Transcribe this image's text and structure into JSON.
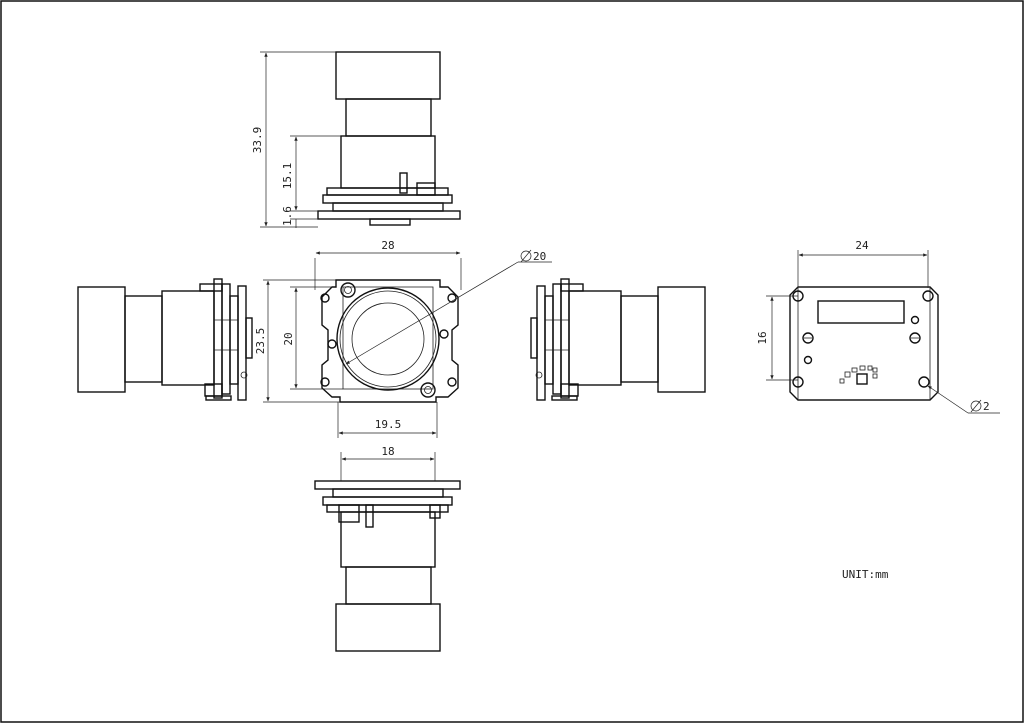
{
  "drawing": {
    "colors": {
      "line": "#111111",
      "background": "#ffffff"
    },
    "dimensions": {
      "overall_height": "33.9",
      "lens_height": "15.1",
      "board_thickness": "1.6",
      "board_width_front": "28",
      "board_height_front": "23.5",
      "lens_holder_height": "20",
      "lens_holder_width": "19.5",
      "bottom_width": "18",
      "back_width": "24",
      "back_hole_spacing": "16"
    },
    "diameters": {
      "lens": "20",
      "mount_hole": "2"
    },
    "unit_label": "UNIT:mm"
  }
}
